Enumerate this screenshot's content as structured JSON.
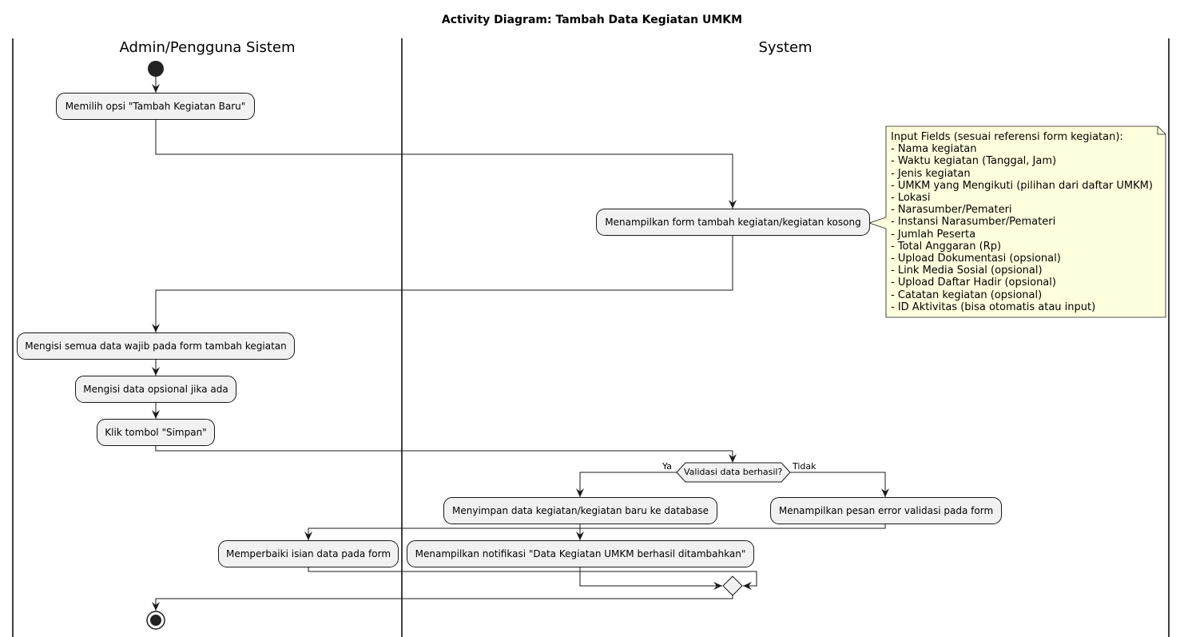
{
  "diagram": {
    "title": "Activity Diagram: Tambah Data Kegiatan UMKM",
    "lanes": {
      "admin": "Admin/Pengguna Sistem",
      "system": "System"
    },
    "activities": {
      "pilih_opsi": "Memilih opsi \"Tambah Kegiatan Baru\"",
      "tampil_form": "Menampilkan form tambah kegiatan/kegiatan kosong",
      "isi_wajib": "Mengisi semua data wajib pada form tambah kegiatan",
      "isi_opsional": "Mengisi data opsional jika ada",
      "klik_simpan": "Klik tombol \"Simpan\"",
      "simpan_db": "Menyimpan data kegiatan/kegiatan baru ke database",
      "tampil_error": "Menampilkan pesan error validasi pada form",
      "perbaiki": "Memperbaiki isian data pada form",
      "notifikasi": "Menampilkan notifikasi \"Data Kegiatan UMKM berhasil ditambahkan\""
    },
    "decision": {
      "label": "Validasi data berhasil?",
      "yes": "Ya",
      "no": "Tidak"
    },
    "note": {
      "lines": [
        "Input Fields (sesuai referensi form kegiatan):",
        "- Nama kegiatan",
        "- Waktu kegiatan (Tanggal, Jam)",
        "- Jenis kegiatan",
        "- UMKM yang Mengikuti (pilihan dari daftar UMKM)",
        "- Lokasi",
        "- Narasumber/Pemateri",
        "- Instansi Narasumber/Pemateri",
        "- Jumlah Peserta",
        "- Total Anggaran (Rp)",
        "- Upload Dokumentasi (opsional)",
        "- Link Media Sosial (opsional)",
        "- Upload Daftar Hadir (opsional)",
        "- Catatan kegiatan (opsional)",
        "- ID Aktivitas (bisa otomatis atau input)"
      ]
    }
  }
}
